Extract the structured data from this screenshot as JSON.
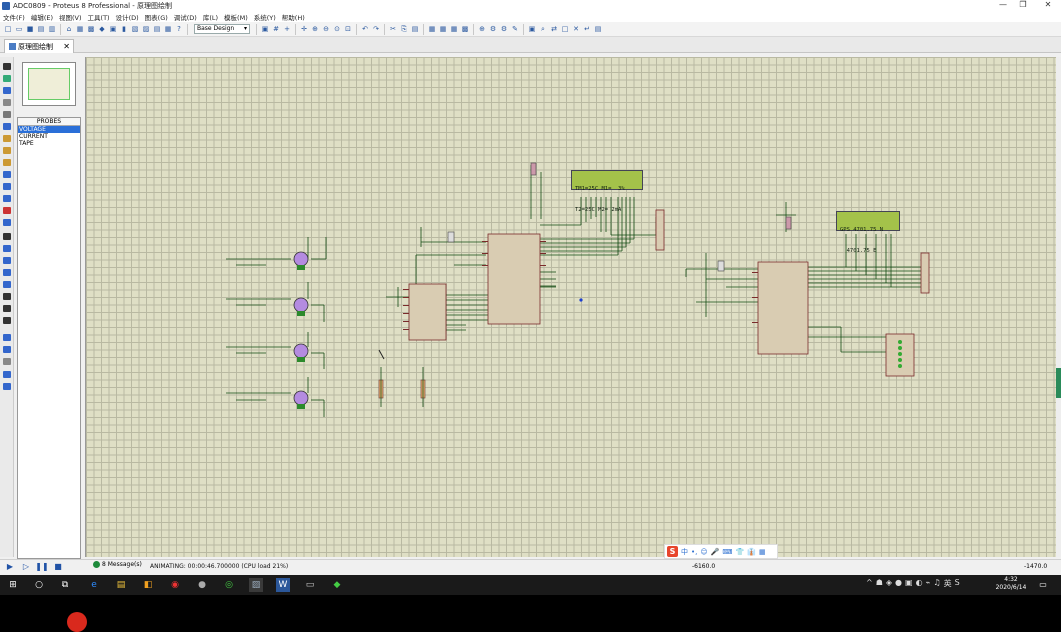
{
  "window": {
    "title": "ADC0809 - Proteus 8 Professional - 原理图绘制",
    "controls": [
      "—",
      "❐",
      "✕"
    ]
  },
  "menu": [
    "文件(F)",
    "编辑(E)",
    "视图(V)",
    "工具(T)",
    "设计(D)",
    "图表(G)",
    "调试(D)",
    "库(L)",
    "模板(M)",
    "系统(Y)",
    "帮助(H)"
  ],
  "toolbar": {
    "design_select": "Base Design"
  },
  "tab": {
    "label": "原理图绘制",
    "close": "✕"
  },
  "probes": {
    "header": "PROBES",
    "items": [
      {
        "label": "VOLTAGE",
        "selected": true
      },
      {
        "label": "CURRENT",
        "selected": false
      },
      {
        "label": "TAPE",
        "selected": false
      }
    ]
  },
  "lcd1": {
    "line1": "TM1=25C M1=  3%",
    "line2": "T2=25C M2= 2mA"
  },
  "lcd2": {
    "line1": "GPS 4701.75 N",
    "line2": "  4701.75 E"
  },
  "status": {
    "messages": "8 Message(s)",
    "sim": "ANIMATING: 00:00:46.700000 (CPU load 21%)",
    "coord_x": "-6160.0",
    "coord_y": "-1470.0"
  },
  "ime": {
    "logo": "S",
    "lang": "中",
    "icons": [
      "•,",
      "☺",
      "🎤",
      "⌨",
      "👕",
      "👔",
      "▦"
    ]
  },
  "taskbar": {
    "start": "⊞",
    "search": "○",
    "taskview": "⧉",
    "apps": [
      "e",
      "▤",
      "◧",
      "◉",
      "●",
      "◎",
      "▨",
      "W",
      "▭",
      "◆"
    ],
    "time": "4:32",
    "date": "2020/6/14",
    "tray": [
      "^",
      "☗",
      "◈",
      "●",
      "▣",
      "◐",
      "⌁",
      "♫",
      "英",
      "S"
    ]
  },
  "accent_colors": {
    "canvas": "#dfdfc5",
    "lcd": "#a4c24a",
    "selection": "#2a6fd8"
  }
}
